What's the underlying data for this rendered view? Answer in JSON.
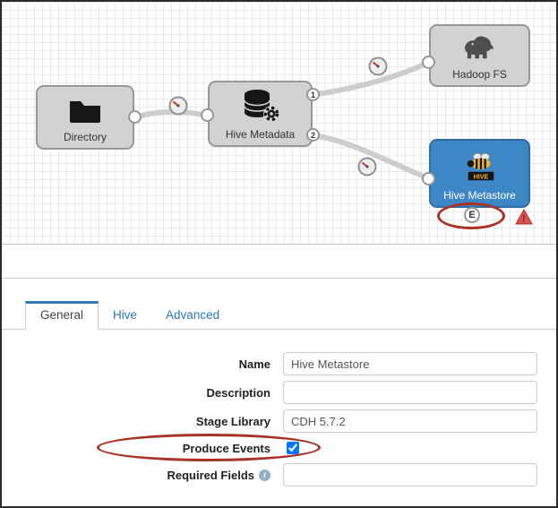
{
  "canvas": {
    "stages": {
      "directory": {
        "label": "Directory"
      },
      "hive_metadata": {
        "label": "Hive Metadata"
      },
      "hadoop_fs": {
        "label": "Hadoop FS"
      },
      "hive_metastore": {
        "label": "Hive Metastore",
        "icon_text": "HIVE"
      }
    },
    "ports": {
      "output1": "1",
      "output2": "2",
      "event": "E"
    },
    "warning_glyph": "!"
  },
  "tabs": {
    "general": "General",
    "hive": "Hive",
    "advanced": "Advanced"
  },
  "form": {
    "name": {
      "label": "Name",
      "value": "Hive Metastore"
    },
    "description": {
      "label": "Description",
      "value": ""
    },
    "stage_library": {
      "label": "Stage Library",
      "value": "CDH 5.7.2"
    },
    "produce_events": {
      "label": "Produce Events",
      "checked": "checked"
    },
    "required_fields": {
      "label": "Required Fields",
      "value": "",
      "info_glyph": "i"
    }
  },
  "colors": {
    "selected_stage_blue": "#3d87c6",
    "stage_gray": "#d2d2d2",
    "tab_blue": "#2a77b5",
    "annotation_red": "#a93226",
    "warning_red": "#d9534f"
  }
}
